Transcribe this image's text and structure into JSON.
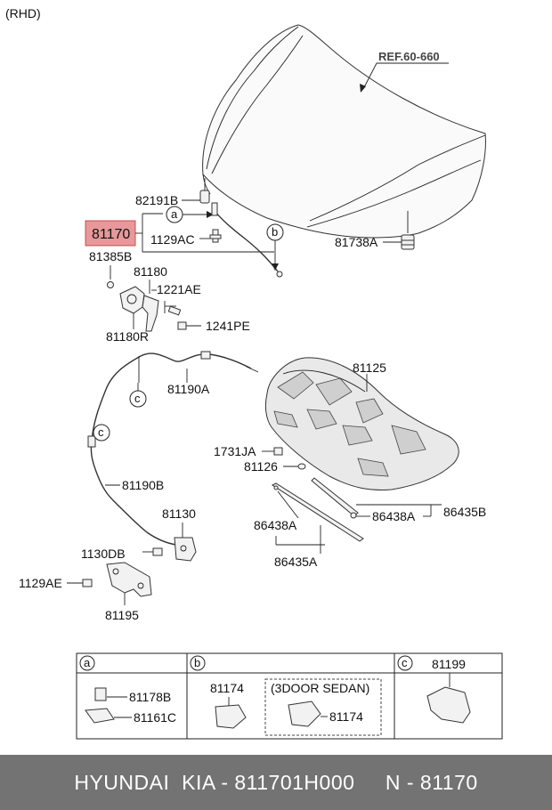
{
  "header_note": "(RHD)",
  "ref_label": "REF.60-660",
  "highlight_part": "81170",
  "highlight_color": "#e8989a",
  "callouts": {
    "a": "a",
    "b": "b",
    "c": "c"
  },
  "part_labels": {
    "p82191B": "82191B",
    "p81170": "81170",
    "p1129AC": "1129AC",
    "p81738A": "81738A",
    "p81385B": "81385B",
    "p81180": "81180",
    "p1221AE": "1221AE",
    "p1241PE": "1241PE",
    "p81180R": "81180R",
    "p81190A": "81190A",
    "p81125": "81125",
    "p1731JA": "1731JA",
    "p81126": "81126",
    "p81190B": "81190B",
    "p81130": "81130",
    "p86438A_left": "86438A",
    "p86438A_right": "86438A",
    "p86435B": "86435B",
    "p86435A": "86435A",
    "p1130DB": "1130DB",
    "p1129AE": "1129AE",
    "p81195": "81195"
  },
  "legend_table": {
    "col_a": {
      "circle": "a",
      "items": [
        "81178B",
        "81161C"
      ]
    },
    "col_b": {
      "circle": "b",
      "left_item": "81174",
      "group_title": "(3DOOR SEDAN)",
      "group_item": "81174"
    },
    "col_c": {
      "circle": "c",
      "item": "81199"
    }
  },
  "footer": {
    "text": "HYUNDAI  KIA - 811701H000     N - 81170",
    "background": "#737373"
  }
}
